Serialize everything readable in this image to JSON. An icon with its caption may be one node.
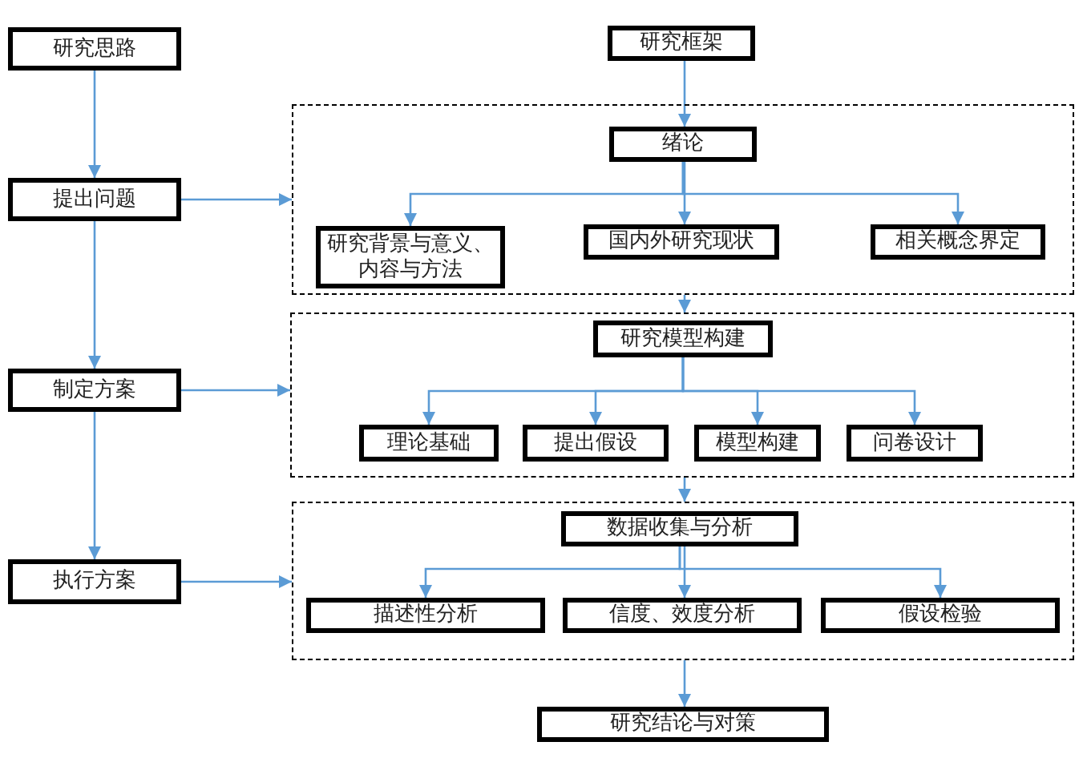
{
  "diagram": {
    "nodes": [
      {
        "text": [
          "研究思路"
        ]
      },
      {
        "text": [
          "提出问题"
        ]
      },
      {
        "text": [
          "制定方案"
        ]
      },
      {
        "text": [
          "执行方案"
        ]
      },
      {
        "text": [
          "研究框架"
        ]
      },
      {
        "text": [],
        "shape": "box"
      },
      {
        "text": [
          "绪论"
        ],
        "in": 5
      },
      {
        "text": [
          "研究背景与意义、内容与方法"
        ],
        "in": 5
      },
      {
        "text": [
          "国内外研究现状"
        ],
        "in": 5
      },
      {
        "text": [
          "相关概念界定"
        ],
        "in": 5
      },
      {
        "text": [],
        "shape": "box"
      },
      {
        "text": [
          "研究模型构建"
        ],
        "in": 10
      },
      {
        "text": [
          "理论基础"
        ],
        "in": 10
      },
      {
        "text": [
          "提出假设"
        ],
        "in": 10
      },
      {
        "text": [
          "模型构建"
        ],
        "in": 10
      },
      {
        "text": [
          "问卷设计"
        ],
        "in": 10
      },
      {
        "text": [],
        "shape": "box"
      },
      {
        "text": [
          "数据收集与分析"
        ],
        "in": 16
      },
      {
        "text": [
          "描述性分析"
        ],
        "in": 16
      },
      {
        "text": [
          "信度、效度分析"
        ],
        "in": 16
      },
      {
        "text": [
          "假设检验"
        ],
        "in": 16
      },
      {
        "text": [
          "研究结论与对策"
        ]
      }
    ],
    "edges": [
      {
        "from": 0,
        "to": 1,
        "arrow": "to"
      },
      {
        "from": 1,
        "to": 2,
        "arrow": "to"
      },
      {
        "from": 2,
        "to": 3,
        "arrow": "to"
      },
      {
        "from": 1,
        "to": 5,
        "arrow": "to"
      },
      {
        "from": 2,
        "to": 10,
        "arrow": "to"
      },
      {
        "from": 3,
        "to": 16,
        "arrow": "to"
      },
      {
        "from": 4,
        "to": 6,
        "arrow": "to"
      },
      {
        "from": 6,
        "to": 7,
        "arrow": "to"
      },
      {
        "from": 6,
        "to": 8,
        "arrow": "to"
      },
      {
        "from": 6,
        "to": 9,
        "arrow": "to"
      },
      {
        "from": 5,
        "to": 10,
        "arrow": "to"
      },
      {
        "from": 11,
        "to": 12,
        "arrow": "to"
      },
      {
        "from": 11,
        "to": 13,
        "arrow": "to"
      },
      {
        "from": 11,
        "to": 14,
        "arrow": "to"
      },
      {
        "from": 11,
        "to": 15,
        "arrow": "to"
      },
      {
        "from": 10,
        "to": 16,
        "arrow": "to"
      },
      {
        "from": 17,
        "to": 18,
        "arrow": "to"
      },
      {
        "from": 17,
        "to": 19,
        "arrow": "to"
      },
      {
        "from": 17,
        "to": 20,
        "arrow": "to"
      },
      {
        "from": 16,
        "to": 21,
        "arrow": "to"
      }
    ]
  }
}
